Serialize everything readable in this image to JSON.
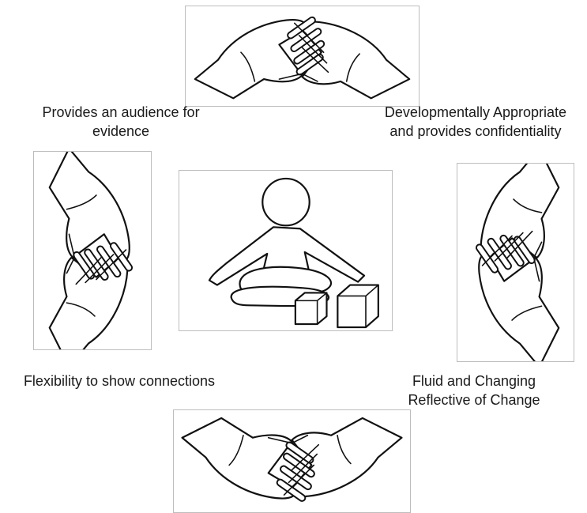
{
  "labels": {
    "top_left": [
      "Provides an audience for",
      "evidence"
    ],
    "top_right": [
      "Developmentally Appropriate",
      "and provides confidentiality"
    ],
    "bottom_left": [
      "Flexibility to show connections"
    ],
    "bottom_right": [
      "Fluid and Changing",
      "Reflective of Change"
    ]
  },
  "icons": {
    "top": "clasped-hands-icon",
    "left": "clasped-hands-icon",
    "center": "child-playing-blocks-icon",
    "right": "clasped-hands-icon",
    "bottom": "clasped-hands-icon"
  }
}
